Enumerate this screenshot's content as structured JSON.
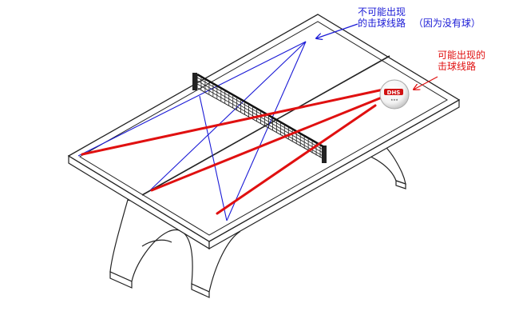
{
  "annotations": {
    "impossible_line1": "不可能出现",
    "impossible_line2": "的击球线路",
    "impossible_note": "（因为没有球）",
    "possible_line1": "可能出现的",
    "possible_line2": "击球线路"
  },
  "ball": {
    "brand": "DHS"
  },
  "colors": {
    "impossible_path": "#1a1ad6",
    "possible_path": "#e01010",
    "outline": "#222222",
    "background": "#ffffff"
  }
}
